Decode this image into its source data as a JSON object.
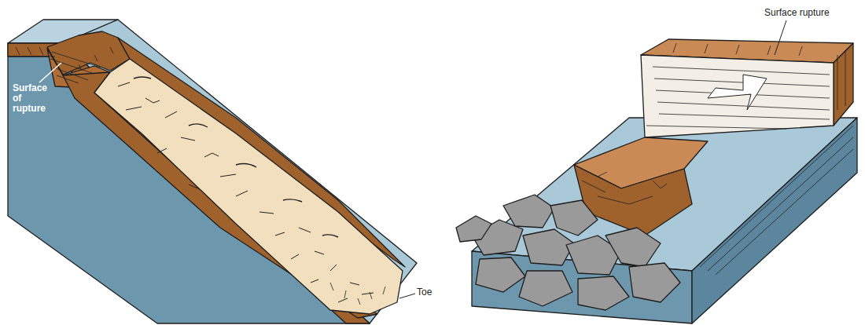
{
  "diagram": {
    "labels": [
      "Surface of rupture",
      "Toe",
      "Surface rupture"
    ]
  }
}
